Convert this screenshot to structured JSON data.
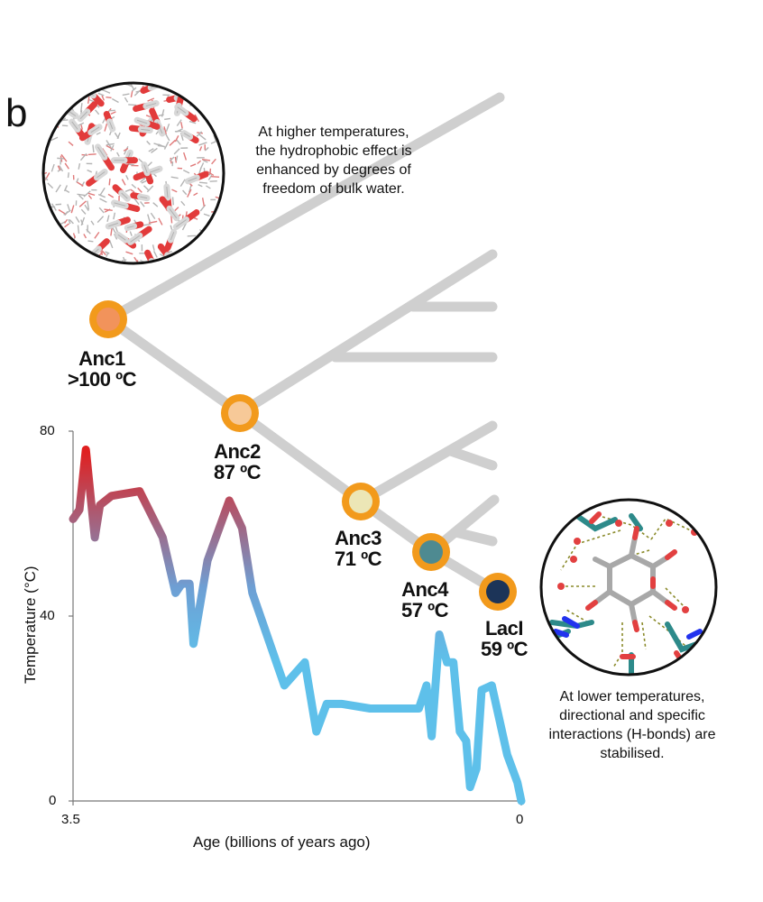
{
  "panel_letter": "b",
  "top_caption": [
    "At higher temperatures,",
    "the hydrophobic effect is",
    "enhanced by degrees of",
    "freedom of bulk water."
  ],
  "bottom_caption": [
    "At lower temperatures,",
    "directional and specific",
    "interactions (H-bonds) are",
    "stabilised."
  ],
  "nodes": [
    {
      "name": "Anc1",
      "temp": ">100 ºC",
      "fill": "#f2935b"
    },
    {
      "name": "Anc2",
      "temp": "87 ºC",
      "fill": "#f7c998"
    },
    {
      "name": "Anc3",
      "temp": "71 ºC",
      "fill": "#ece6b6"
    },
    {
      "name": "Anc4",
      "temp": "57 ºC",
      "fill": "#4e8a91"
    },
    {
      "name": "LacI",
      "temp": "59 ºC",
      "fill": "#1c3458"
    }
  ],
  "node_ring_color": "#f29a1c",
  "tree_color": "#cfcfcf",
  "chart_data": {
    "type": "line",
    "xlabel": "Age (billions of years ago)",
    "ylabel": "Temperature (°C)",
    "xlim": [
      3.5,
      0
    ],
    "ylim": [
      0,
      80
    ],
    "x_ticks": [
      "3.5",
      "0"
    ],
    "y_ticks": [
      "0",
      "40",
      "80"
    ],
    "gradient": [
      "#e02020",
      "#6e9fd4",
      "#5ec0ea"
    ],
    "series": [
      {
        "x": [
          3.5,
          3.45,
          3.4,
          3.33,
          3.29,
          3.2,
          2.98,
          2.8,
          2.7,
          2.65,
          2.59,
          2.56,
          2.45,
          2.28,
          2.18,
          2.1,
          1.85,
          1.69,
          1.6,
          1.52,
          1.4,
          1.18,
          0.8,
          0.74,
          0.7,
          0.64,
          0.58,
          0.53,
          0.48,
          0.43,
          0.4,
          0.35,
          0.31,
          0.23,
          0.11,
          0.03,
          0.0
        ],
        "y": [
          61,
          63,
          76,
          57,
          64,
          66,
          67,
          57,
          45,
          47,
          47,
          34,
          52,
          65,
          59,
          45,
          25,
          30,
          15,
          21,
          21,
          20,
          20,
          25,
          14,
          36,
          30,
          30,
          15,
          13,
          3,
          7,
          24,
          25,
          10,
          4,
          0
        ]
      }
    ]
  }
}
